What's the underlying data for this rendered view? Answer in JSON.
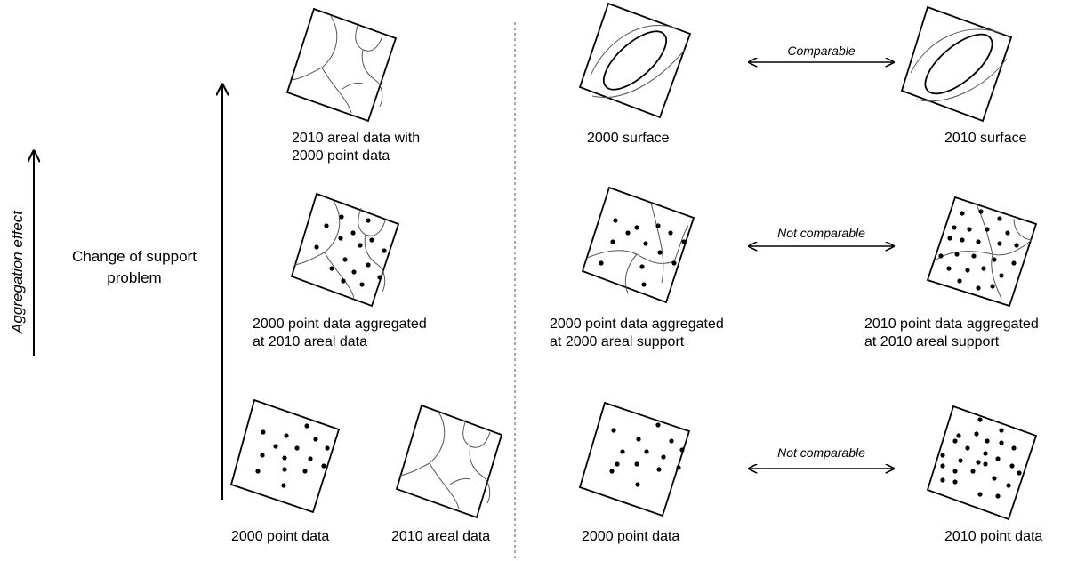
{
  "axis": {
    "aggregation_effect": "Aggregation effect",
    "change_of_support_line1": "Change of support",
    "change_of_support_line2": "problem"
  },
  "left_panel": {
    "top_label_line1": "2010 areal data with",
    "top_label_line2": "2000 point data",
    "mid_label_line1": "2000 point data aggregated",
    "mid_label_line2": "at 2010 areal data",
    "bottom_left_label": "2000 point data",
    "bottom_right_label": "2010 areal data"
  },
  "right_panel": {
    "row1": {
      "left_label": "2000 surface",
      "right_label": "2010 surface",
      "relation": "Comparable"
    },
    "row2": {
      "left_label_line1": "2000 point data aggregated",
      "left_label_line2": "at 2000 areal support",
      "right_label_line1": "2010 point data aggregated",
      "right_label_line2": "at 2010 areal support",
      "relation": "Not comparable"
    },
    "row3": {
      "left_label": "2000 point data",
      "right_label": "2010 point data",
      "relation": "Not comparable"
    }
  }
}
